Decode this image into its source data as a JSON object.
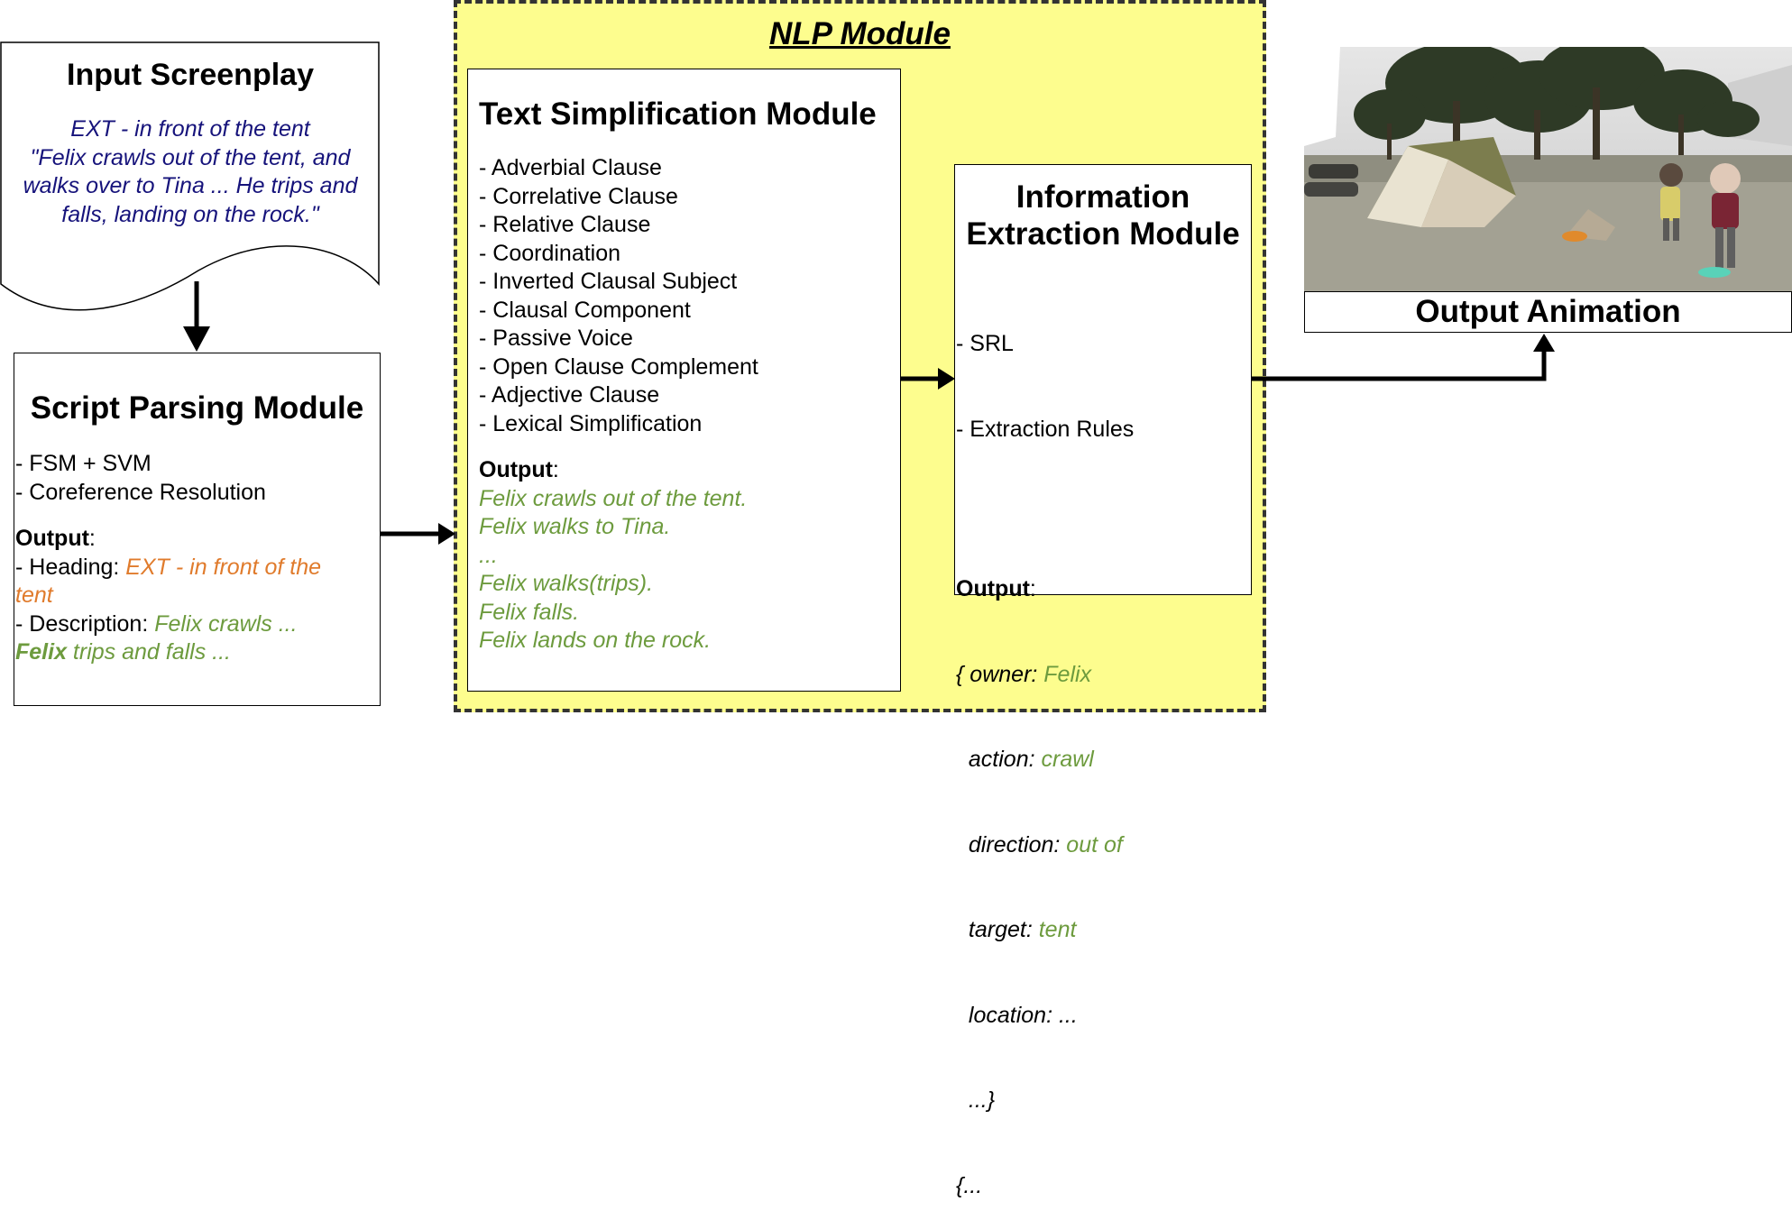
{
  "nlp_module": {
    "title": "NLP Module"
  },
  "input_screenplay": {
    "title": "Input Screenplay",
    "lines": [
      "EXT - in front of  the tent",
      "\"Felix crawls out of the tent, and",
      "walks over to Tina ... He trips and",
      "falls, landing on the rock.\""
    ]
  },
  "script_parsing": {
    "title": "Script Parsing Module",
    "items": [
      "- FSM + SVM",
      "- Coreference Resolution"
    ],
    "output_label": "Output",
    "colon": ":",
    "heading_label": "- Heading: ",
    "heading_value_1": "EXT - in front of the",
    "heading_value_2": "tent",
    "description_label": "- Description: ",
    "description_value_1": "Felix crawls ...",
    "description_bold": "Felix",
    "description_value_2": " trips and falls ..."
  },
  "text_simplification": {
    "title": "Text Simplification Module",
    "items": [
      "- Adverbial Clause",
      "- Correlative Clause",
      "- Relative Clause",
      "- Coordination",
      "- Inverted Clausal Subject",
      "- Clausal Component",
      "- Passive Voice",
      "- Open Clause Complement",
      "- Adjective Clause",
      "- Lexical Simplification"
    ],
    "output_label": "Output",
    "colon": ":",
    "outputs": [
      "Felix crawls out of the tent.",
      "Felix walks to Tina.",
      "...",
      "Felix walks(trips).",
      "Felix falls.",
      "Felix lands on the rock."
    ]
  },
  "information_extraction": {
    "title_line1": "Information",
    "title_line2": "Extraction Module",
    "items": [
      "- SRL",
      "- Extraction Rules"
    ],
    "output_label": "Output",
    "colon": ":",
    "fields": [
      {
        "prefix": "{ ",
        "key": "owner: ",
        "value": "Felix"
      },
      {
        "prefix": "  ",
        "key": "action: ",
        "value": "crawl"
      },
      {
        "prefix": "  ",
        "key": "direction: ",
        "value": "out of"
      },
      {
        "prefix": "  ",
        "key": "target: ",
        "value": "tent"
      },
      {
        "prefix": "  ",
        "key": "location: ...",
        "value": ""
      },
      {
        "prefix": "  ",
        "key": "...}",
        "value": ""
      },
      {
        "prefix": "",
        "key": "{...",
        "value": ""
      }
    ]
  },
  "output_animation": {
    "title": "Output Animation"
  },
  "colors": {
    "nlp_fill": "#fdfd8e",
    "green_text": "#6d9b3e",
    "orange_text": "#e07b2c",
    "navy_text": "#16137b"
  }
}
